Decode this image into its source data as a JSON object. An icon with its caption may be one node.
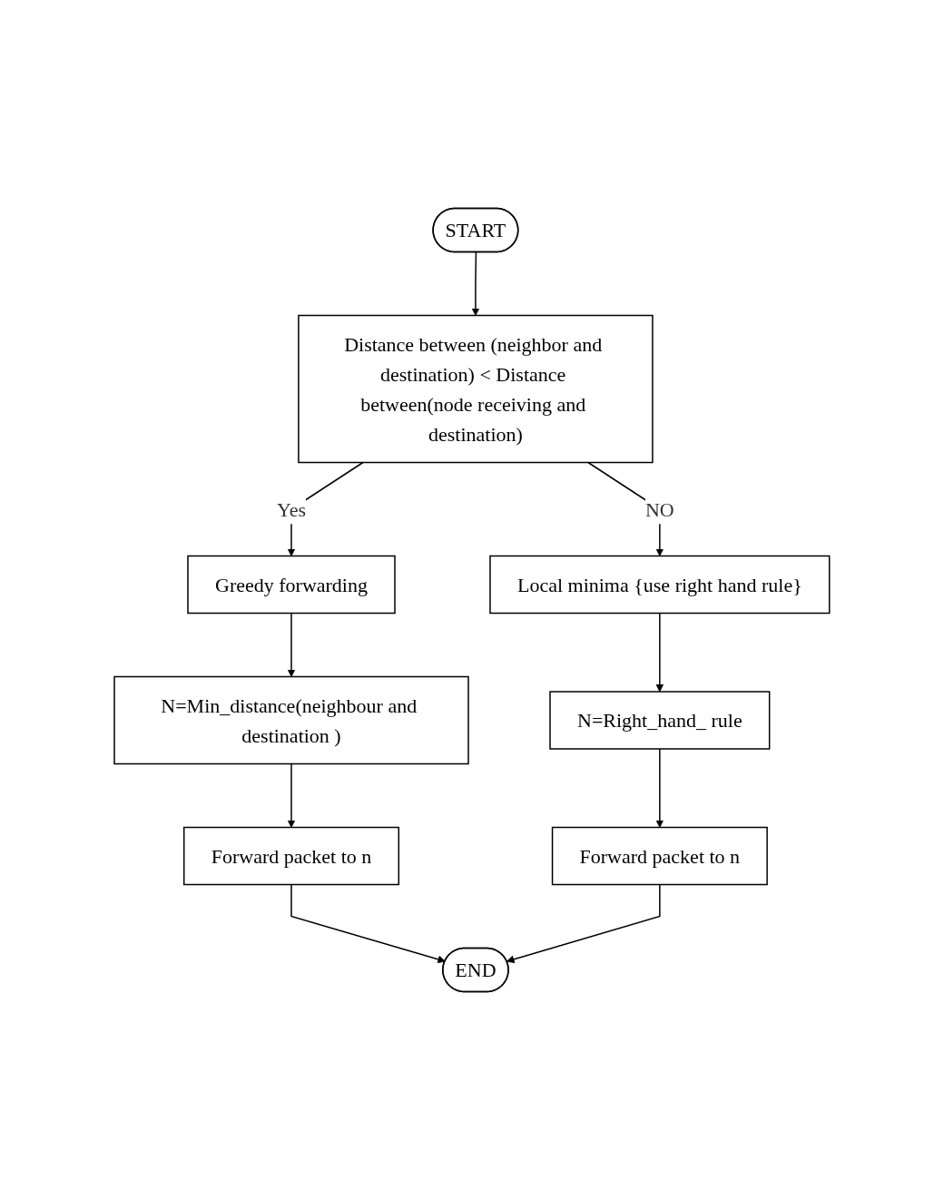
{
  "diagram": {
    "nodes": [
      {
        "text": [
          "START"
        ]
      },
      {
        "text": [
          "Distance between (neighbor and destination) < Distance between(node receiving and destination)"
        ]
      },
      {
        "text": [
          "Greedy forwarding"
        ]
      },
      {
        "text": [
          "N=Min_distance(neighbour and destination )"
        ]
      },
      {
        "text": [
          "Forward packet to n"
        ]
      },
      {
        "text": [
          "Local minima {use right hand rule}"
        ]
      },
      {
        "text": [
          "N=Right_hand_ rule"
        ]
      },
      {
        "text": [
          "Forward packet to n"
        ]
      },
      {
        "text": [
          "END"
        ]
      }
    ],
    "edges": [
      {
        "from": 0,
        "to": 1,
        "arrow": "to"
      },
      {
        "from": 1,
        "to": 2,
        "arrow": "to",
        "label": "Yes"
      },
      {
        "from": 1,
        "to": 5,
        "arrow": "to",
        "label": "NO"
      },
      {
        "from": 2,
        "to": 3,
        "arrow": "to"
      },
      {
        "from": 3,
        "to": 4,
        "arrow": "to"
      },
      {
        "from": 5,
        "to": 6,
        "arrow": "to"
      },
      {
        "from": 6,
        "to": 7,
        "arrow": "to"
      },
      {
        "from": 4,
        "to": 8,
        "arrow": "to"
      },
      {
        "from": 7,
        "to": 8,
        "arrow": "to"
      }
    ]
  }
}
